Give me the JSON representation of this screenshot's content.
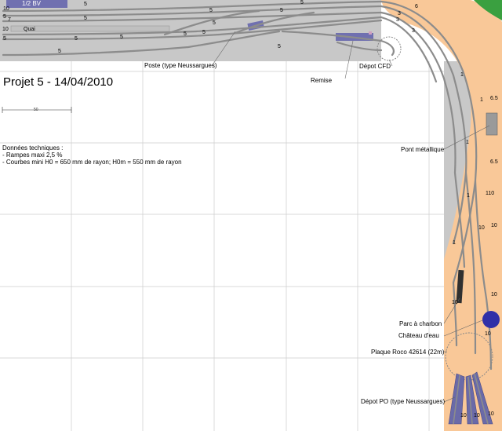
{
  "title": "Projet 5 - 14/04/2010",
  "scale_label": "50",
  "specs": {
    "heading": "Données techniques :",
    "line1": "- Rampes maxi 2,5 %",
    "line2": "- Courbes mini H0 = 650 mm de rayon; H0m = 550 mm de rayon"
  },
  "labels": {
    "bv": "1/2 BV",
    "quai": "Quai",
    "poste": "Poste (type Neussargues)",
    "depot_cfd": "Dépot CFD",
    "remise": "Remise",
    "pont": "Pont métallique",
    "parc": "Parc à charbon",
    "chateau": "Château d'eau",
    "plaque": "Plaque Roco 42614 (22m)",
    "depot_po": "Dépot PO (type Neussargues)"
  },
  "track_numbers": {
    "n10a": "10",
    "n10b": "10",
    "n5a": "5",
    "n5b": "5",
    "n5c": "5",
    "n5d": "5",
    "n5e": "5",
    "n5f": "5",
    "n5g": "5",
    "n5h": "5",
    "n5i": "5",
    "n5j": "5",
    "n5k": "5",
    "n5l": "5",
    "n5m": "5",
    "n5n": "5",
    "n7": "7",
    "n3a": "3",
    "n3b": "3",
    "n3c": "3",
    "n6": "6",
    "n1a": "1",
    "n1b": "1",
    "n1c": "1",
    "n1d": "1",
    "n1e": "1",
    "n65a": "6.5",
    "n65b": "6.5",
    "n110": "110",
    "n10c": "10",
    "n10d": "10",
    "n10e": "10",
    "n10f": "10",
    "n10g": "10",
    "n10h": "10",
    "n10i": "10",
    "n10j": "10"
  },
  "colors": {
    "grid": "#cccccc",
    "station_gray": "#c8c8c8",
    "depot_orange": "#f9c898",
    "track": "#8c8c8c",
    "building_blue": "#7070b0",
    "water_tower": "#3030a8",
    "coal": "#303030",
    "tree_green": "#3aa040"
  }
}
